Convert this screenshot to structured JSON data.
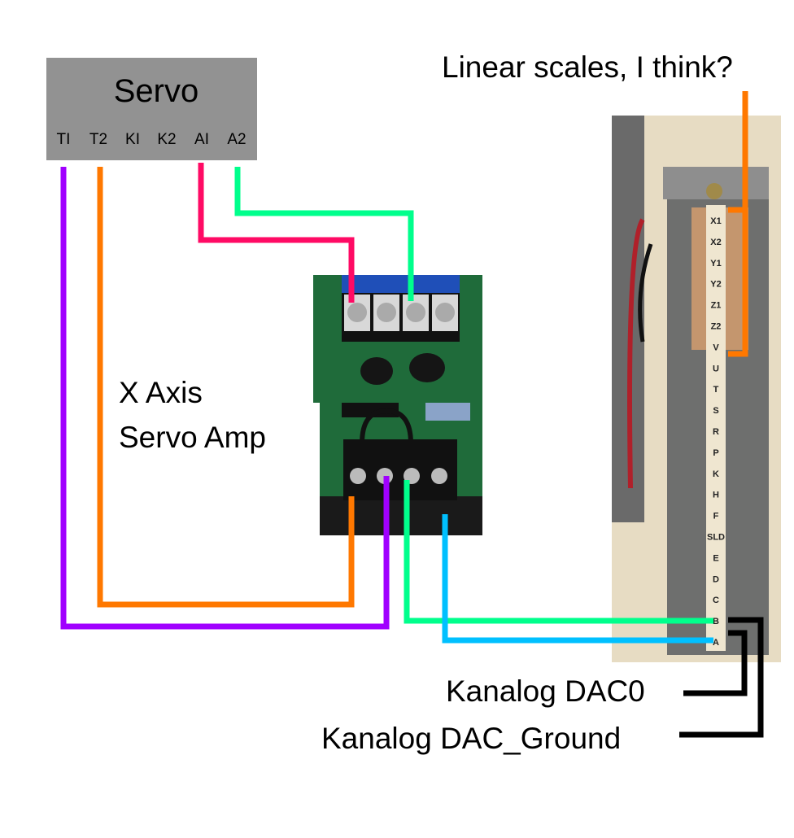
{
  "servo": {
    "title": "Servo",
    "terminals": [
      "TI",
      "T2",
      "KI",
      "K2",
      "AI",
      "A2"
    ],
    "color": "#929292"
  },
  "amp_label": [
    "X Axis",
    "Servo Amp"
  ],
  "linear_scales_label": "Linear scales, I think?",
  "kanalog_dac0_label": "Kanalog DAC0",
  "kanalog_ground_label": "Kanalog DAC_Ground",
  "terminal_strip": {
    "labels": [
      "X1",
      "X2",
      "Y1",
      "Y2",
      "Z1",
      "Z2",
      "V",
      "U",
      "T",
      "S",
      "R",
      "P",
      "K",
      "H",
      "F",
      "SLD",
      "E",
      "D",
      "C",
      "B",
      "A"
    ]
  },
  "wire_colors": {
    "purple": "#a000ff",
    "orange": "#ff7800",
    "red": "#ff0a64",
    "green": "#00ff8c",
    "blue": "#00c0ff",
    "black": "#000000"
  }
}
